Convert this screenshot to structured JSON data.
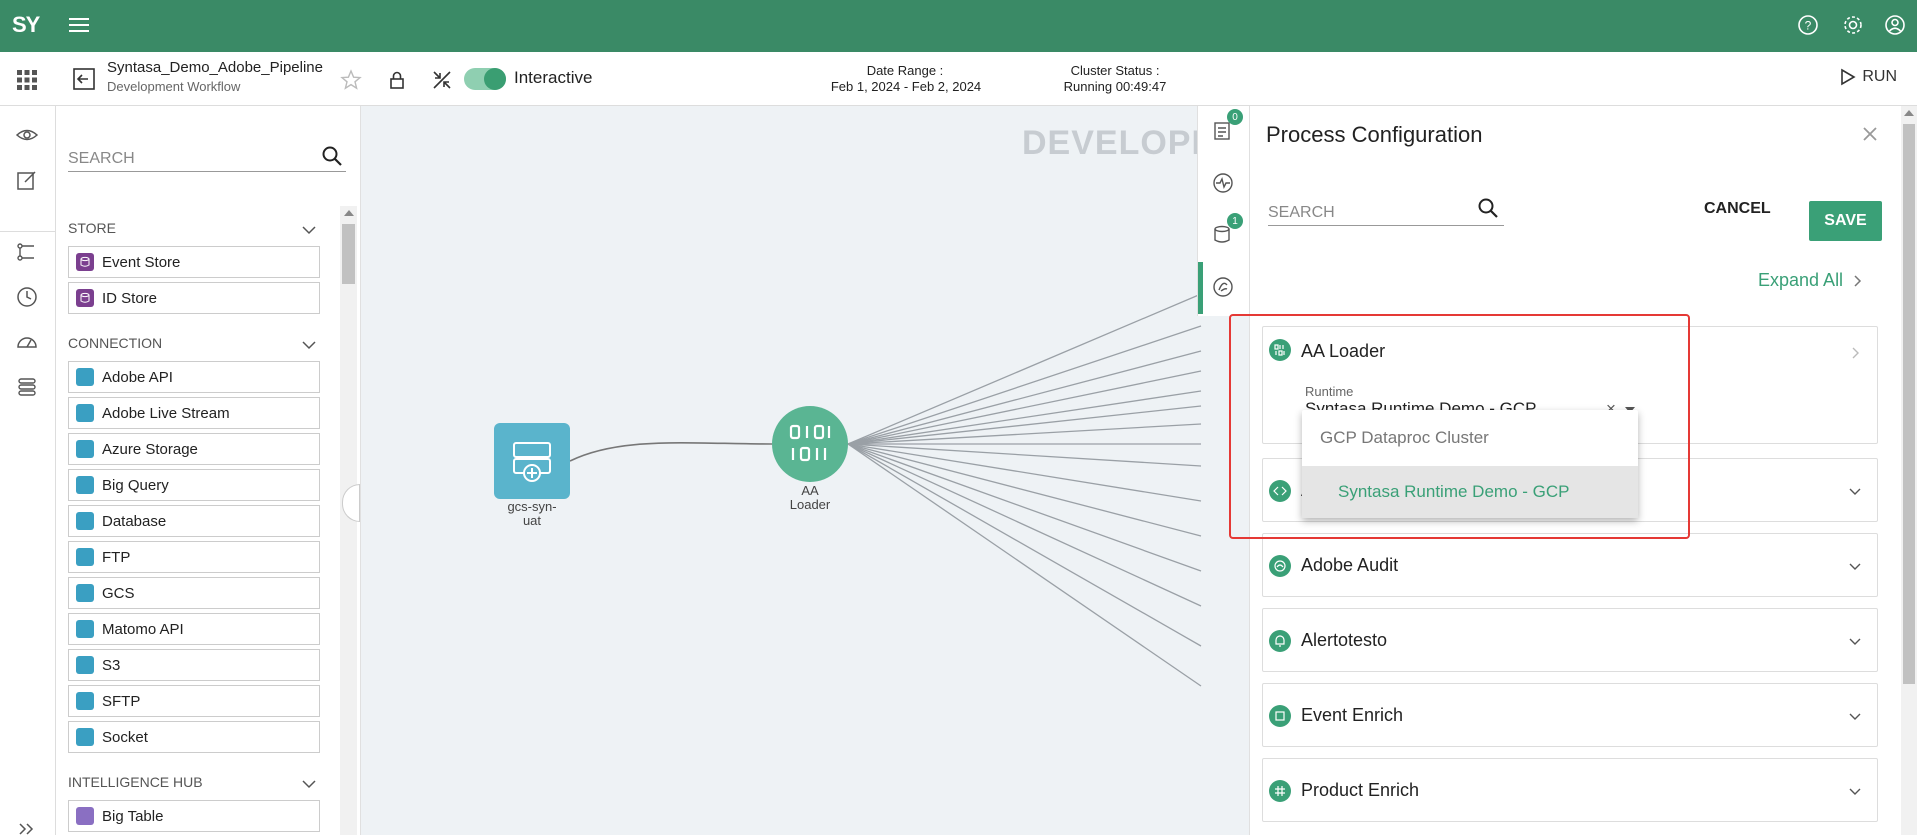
{
  "app": {
    "logo_text": "SY",
    "brand_color": "#3a8a66",
    "accent_color": "#3aa077"
  },
  "header": {
    "pipeline_name": "Syntasa_Demo_Adobe_Pipeline",
    "workflow_type": "Development Workflow",
    "mode_label": "Interactive",
    "mode_enabled": true,
    "date_range_label": "Date Range :",
    "date_range_value": "Feb 1, 2024 - Feb 2, 2024",
    "cluster_status_label": "Cluster Status :",
    "cluster_status_value": "Running 00:49:47",
    "run_label": "RUN"
  },
  "palette": {
    "search_placeholder": "SEARCH",
    "sections": [
      {
        "title": "STORE",
        "items": [
          {
            "label": "Event Store",
            "icon": "event-store-icon",
            "color": "#7b3f8f"
          },
          {
            "label": "ID Store",
            "icon": "id-store-icon",
            "color": "#7b3f8f"
          }
        ]
      },
      {
        "title": "CONNECTION",
        "items": [
          {
            "label": "Adobe API",
            "icon": "adobe-api-icon",
            "color": "#3a9fc2"
          },
          {
            "label": "Adobe Live Stream",
            "icon": "adobe-live-stream-icon",
            "color": "#3a9fc2"
          },
          {
            "label": "Azure Storage",
            "icon": "azure-storage-icon",
            "color": "#3a9fc2"
          },
          {
            "label": "Big Query",
            "icon": "big-query-icon",
            "color": "#3a9fc2"
          },
          {
            "label": "Database",
            "icon": "database-icon",
            "color": "#3a9fc2"
          },
          {
            "label": "FTP",
            "icon": "ftp-icon",
            "color": "#3a9fc2"
          },
          {
            "label": "GCS",
            "icon": "gcs-icon",
            "color": "#3a9fc2"
          },
          {
            "label": "Matomo API",
            "icon": "matomo-api-icon",
            "color": "#3a9fc2"
          },
          {
            "label": "S3",
            "icon": "s3-icon",
            "color": "#3a9fc2"
          },
          {
            "label": "SFTP",
            "icon": "sftp-icon",
            "color": "#3a9fc2"
          },
          {
            "label": "Socket",
            "icon": "socket-icon",
            "color": "#3a9fc2"
          }
        ]
      },
      {
        "title": "INTELLIGENCE HUB",
        "items": [
          {
            "label": "Big Table",
            "icon": "big-table-icon",
            "color": "#8a6fc2"
          }
        ]
      }
    ]
  },
  "canvas": {
    "watermark": "DEVELOPM",
    "nodes": [
      {
        "label_line1": "gcs-syn-",
        "label_line2": "uat"
      },
      {
        "label_line1": "AA",
        "label_line2": "Loader"
      }
    ]
  },
  "side_tabs": {
    "badge_top": "0",
    "badge_db": "1"
  },
  "process_config": {
    "title": "Process Configuration",
    "search_placeholder": "SEARCH",
    "cancel_label": "CANCEL",
    "save_label": "SAVE",
    "expand_all_label": "Expand All",
    "cards": [
      {
        "name": "AA Loader",
        "runtime_label": "Runtime",
        "runtime_value": "Syntasa Runtime Demo - GCP",
        "expanded": true
      },
      {
        "name": "A",
        "expanded": false
      },
      {
        "name": "Adobe Audit",
        "expanded": false
      },
      {
        "name": "Alertotesto",
        "expanded": false
      },
      {
        "name": "Event Enrich",
        "expanded": false
      },
      {
        "name": "Product Enrich",
        "expanded": false
      }
    ],
    "runtime_options": [
      {
        "label": "GCP Dataproc Cluster",
        "selected": false
      },
      {
        "label": "Syntasa Runtime Demo - GCP",
        "selected": true
      }
    ]
  }
}
